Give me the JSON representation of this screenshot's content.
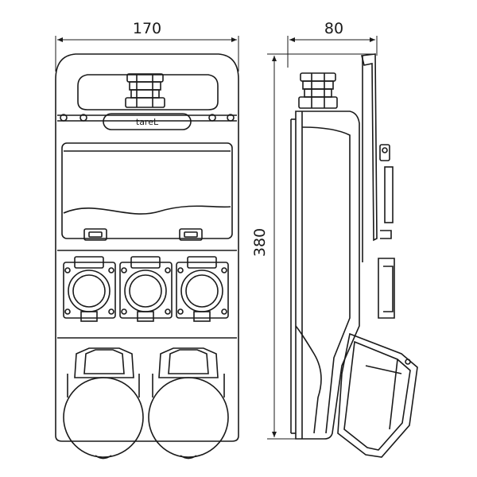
{
  "dimensions": {
    "front_width": "170",
    "side_depth": "80",
    "height": "380"
  },
  "brand": {
    "logo_text": "tareL"
  },
  "front_view": {
    "small_socket_count": 3,
    "large_socket_count": 2
  }
}
